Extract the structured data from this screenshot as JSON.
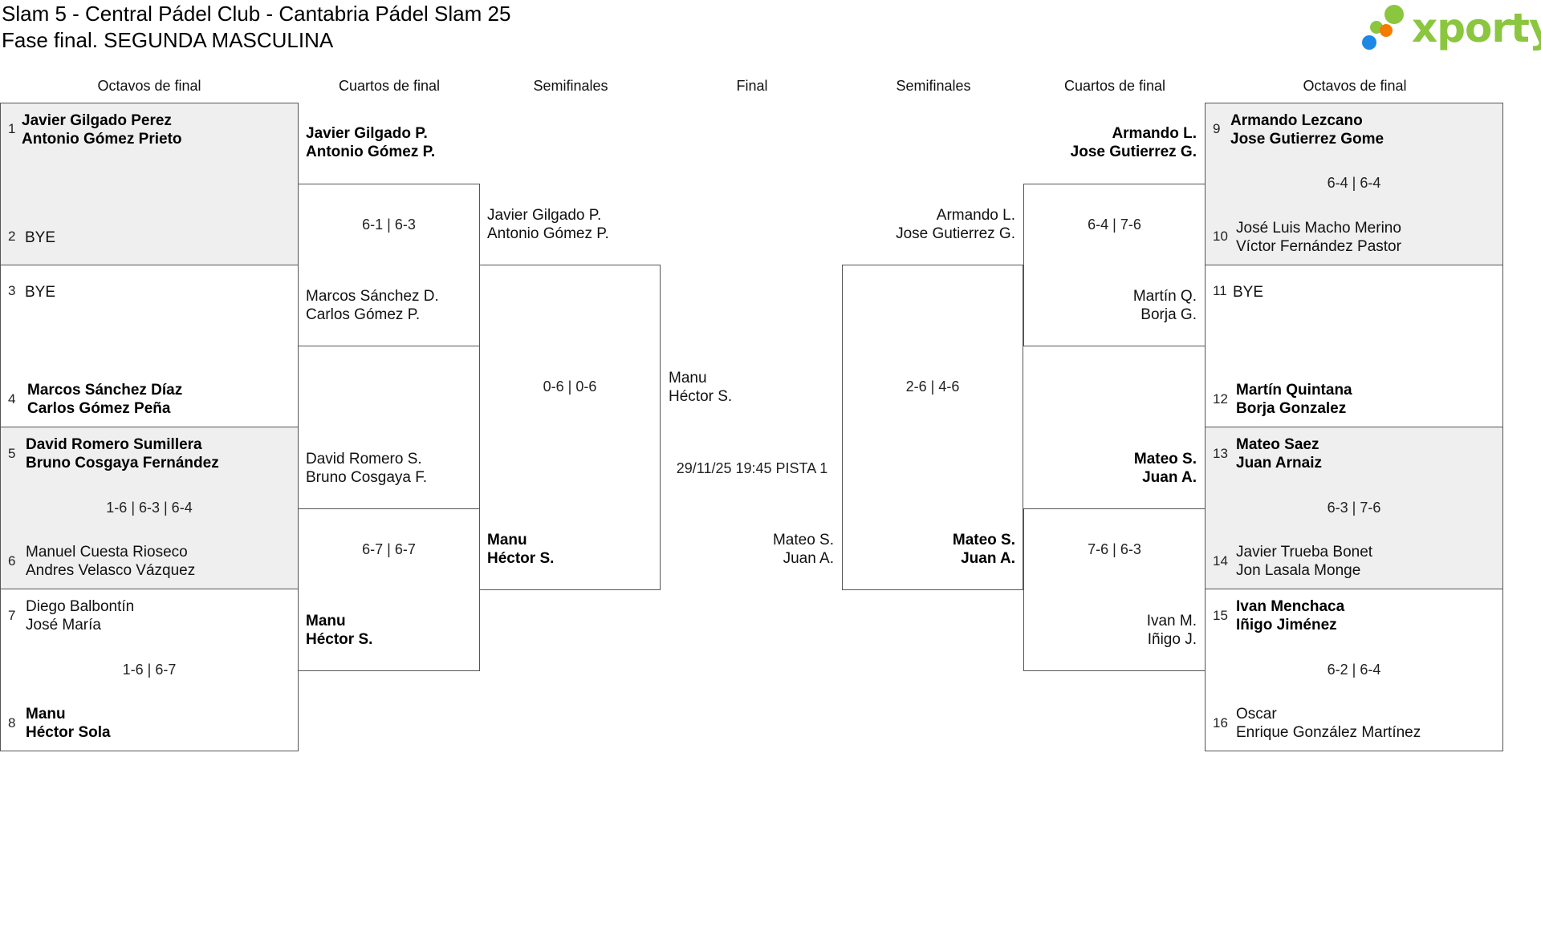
{
  "header": {
    "title_line1": "Slam 5 - Central Pádel Club - Cantabria Pádel Slam 25",
    "title_line2": "Fase final. SEGUNDA MASCULINA",
    "logo_text": "xporty"
  },
  "colors": {
    "logo_green": "#8bc63f",
    "logo_blue": "#1e88e5",
    "logo_orange": "#f57c00",
    "shade": "#efefef"
  },
  "rounds": {
    "left": [
      "Octavos de final",
      "Cuartos de final",
      "Semifinales"
    ],
    "final": "Final",
    "right": [
      "Semifinales",
      "Cuartos de final",
      "Octavos de final"
    ]
  },
  "round_of_16": {
    "left": [
      {
        "seed_a": "1",
        "a1": "Javier Gilgado Perez",
        "a2": "Antonio Gómez Prieto",
        "seed_b": "2",
        "b1": "BYE",
        "b2": "",
        "score": ""
      },
      {
        "seed_a": "3",
        "a1": "BYE",
        "a2": "",
        "seed_b": "4",
        "b1": "Marcos Sánchez Díaz",
        "b2": "Carlos Gómez Peña",
        "score": ""
      },
      {
        "seed_a": "5",
        "a1": "David Romero Sumillera",
        "a2": "Bruno Cosgaya Fernández",
        "seed_b": "6",
        "b1": "Manuel Cuesta Rioseco",
        "b2": "Andres Velasco Vázquez",
        "score": "1-6 | 6-3 | 6-4"
      },
      {
        "seed_a": "7",
        "a1": "Diego Balbontín",
        "a2": "José María",
        "seed_b": "8",
        "b1": "Manu",
        "b2": "Héctor Sola",
        "score": "1-6 | 6-7"
      }
    ],
    "right": [
      {
        "seed_a": "9",
        "a1": "Armando Lezcano",
        "a2": "Jose Gutierrez Gome",
        "seed_b": "10",
        "b1": "José Luis Macho Merino",
        "b2": "Víctor Fernández Pastor",
        "score": "6-4 | 6-4"
      },
      {
        "seed_a": "11",
        "a1": "BYE",
        "a2": "",
        "seed_b": "12",
        "b1": "Martín Quintana",
        "b2": "Borja Gonzalez",
        "score": ""
      },
      {
        "seed_a": "13",
        "a1": "Mateo Saez",
        "a2": "Juan Arnaiz",
        "seed_b": "14",
        "b1": "Javier Trueba Bonet",
        "b2": "Jon Lasala Monge",
        "score": "6-3 | 7-6"
      },
      {
        "seed_a": "15",
        "a1": "Ivan Menchaca",
        "a2": "Iñigo Jiménez",
        "seed_b": "16",
        "b1": "Oscar",
        "b2": "Enrique González Martínez",
        "score": "6-2 | 6-4"
      }
    ]
  },
  "quarterfinals": {
    "left": [
      {
        "a1": "Javier Gilgado P.",
        "a2": "Antonio Gómez P.",
        "b1": "Marcos Sánchez D.",
        "b2": "Carlos Gómez P.",
        "score": "6-1 | 6-3"
      },
      {
        "a1": "David Romero S.",
        "a2": "Bruno Cosgaya F.",
        "b1": "Manu",
        "b2": "Héctor S.",
        "score": "6-7 | 6-7"
      }
    ],
    "right": [
      {
        "a1": "Armando L.",
        "a2": "Jose Gutierrez G.",
        "b1": "Martín Q.",
        "b2": "Borja G.",
        "score": "6-4 | 7-6"
      },
      {
        "a1": "Mateo S.",
        "a2": "Juan A.",
        "b1": "Ivan M.",
        "b2": "Iñigo J.",
        "score": "7-6 | 6-3"
      }
    ]
  },
  "semifinals": {
    "left": {
      "a1": "Javier Gilgado P.",
      "a2": "Antonio Gómez P.",
      "b1": "Manu",
      "b2": "Héctor S.",
      "score": "0-6 | 0-6"
    },
    "right": {
      "a1": "Armando L.",
      "a2": "Jose Gutierrez G.",
      "b1": "Mateo S.",
      "b2": "Juan A.",
      "score": "2-6 | 4-6"
    }
  },
  "final": {
    "a1": "Manu",
    "a2": "Héctor S.",
    "b1": "Mateo S.",
    "b2": "Juan A.",
    "schedule": "29/11/25 19:45 PISTA 1"
  }
}
